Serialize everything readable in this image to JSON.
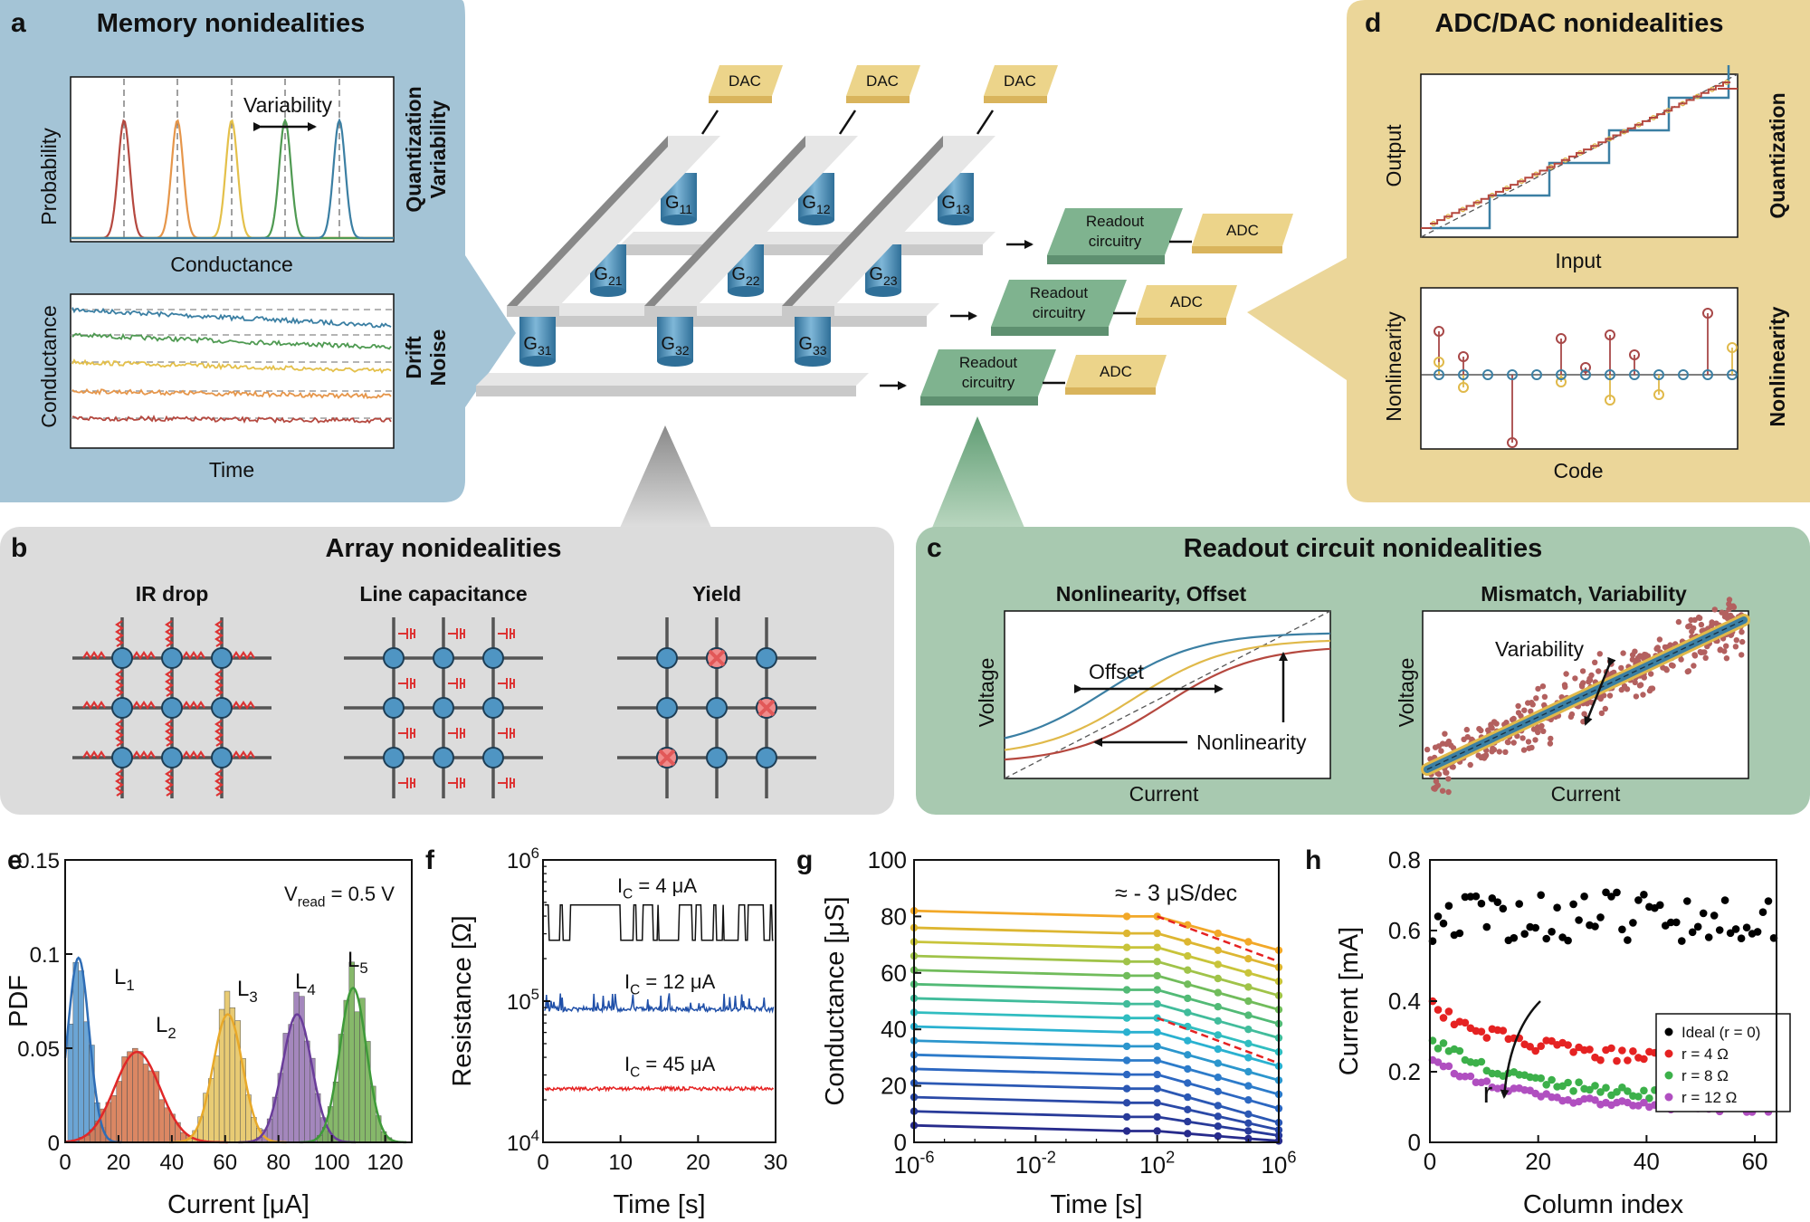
{
  "panels": {
    "a": {
      "letter": "a",
      "title": "Memory nonidealities",
      "plot1": {
        "ylabel": "Probability",
        "xlabel": "Conductance",
        "annotation": "Variability"
      },
      "plot2": {
        "ylabel": "Conductance",
        "xlabel": "Time"
      },
      "side1": [
        "Quantization",
        "Variability"
      ],
      "side2": [
        "Drift",
        "Noise"
      ],
      "peak_colors": [
        "#b5483f",
        "#e6964a",
        "#e4c04a",
        "#4f9a52",
        "#3b7fa3"
      ]
    },
    "b": {
      "letter": "b",
      "title": "Array nonidealities",
      "items": [
        "IR drop",
        "Line capacitance",
        "Yield"
      ]
    },
    "c": {
      "letter": "c",
      "title": "Readout circuit nonidealities",
      "left": {
        "title": "Nonlinearity, Offset",
        "ylabel": "Voltage",
        "xlabel": "Current",
        "ann_offset": "Offset",
        "ann_nonlin": "Nonlinearity"
      },
      "right": {
        "title": "Mismatch, Variability",
        "ylabel": "Voltage",
        "xlabel": "Current",
        "ann_var": "Variability"
      }
    },
    "d": {
      "letter": "d",
      "title": "ADC/DAC nonidealities",
      "plot1": {
        "ylabel": "Output",
        "xlabel": "Input",
        "side": "Quantization"
      },
      "plot2": {
        "ylabel": "Nonlinearity",
        "xlabel": "Code",
        "side": "Nonlinearity"
      }
    },
    "center": {
      "dac": [
        "DAC",
        "DAC",
        "DAC"
      ],
      "adc": [
        "ADC",
        "ADC",
        "ADC"
      ],
      "readout": [
        "Readout",
        "circuitry"
      ],
      "cells": [
        [
          "G",
          "11"
        ],
        [
          "G",
          "12"
        ],
        [
          "G",
          "13"
        ],
        [
          "G",
          "21"
        ],
        [
          "G",
          "22"
        ],
        [
          "G",
          "23"
        ],
        [
          "G",
          "31"
        ],
        [
          "G",
          "32"
        ],
        [
          "G",
          "33"
        ]
      ]
    },
    "e": {
      "letter": "e"
    },
    "f": {
      "letter": "f"
    },
    "g": {
      "letter": "g"
    },
    "h": {
      "letter": "h"
    }
  },
  "chart_data": [
    {
      "panel": "e",
      "type": "bar",
      "ylabel": "PDF",
      "xlabel": "Current [μA]",
      "annotation": {
        "main": "V",
        "sub": "read",
        "rest": " = 0.5 V"
      },
      "xlim": [
        0,
        130
      ],
      "ylim": [
        0,
        0.15
      ],
      "xticks": [
        "0",
        "20",
        "40",
        "60",
        "80",
        "100",
        "120"
      ],
      "yticks": [
        "0",
        "0.05",
        "0.1",
        "0.15"
      ],
      "series": [
        {
          "name": "L1",
          "label_main": "L",
          "label_sub": "1",
          "mean": 5,
          "sd": 4,
          "peak": 0.098,
          "color": "#2f6db5",
          "fill": "#5b9bd0"
        },
        {
          "name": "L2",
          "label_main": "L",
          "label_sub": "2",
          "mean": 27,
          "sd": 8.5,
          "peak": 0.048,
          "color": "#e02828",
          "fill": "#d77a52"
        },
        {
          "name": "L3",
          "label_main": "L",
          "label_sub": "3",
          "mean": 61,
          "sd": 5.5,
          "peak": 0.068,
          "color": "#e8a92a",
          "fill": "#e6c565"
        },
        {
          "name": "L4",
          "label_main": "L",
          "label_sub": "4",
          "mean": 87,
          "sd": 5.5,
          "peak": 0.068,
          "color": "#6a3d9a",
          "fill": "#9a7ab6"
        },
        {
          "name": "L5",
          "label_main": "L",
          "label_sub": "5",
          "mean": 108,
          "sd": 5,
          "peak": 0.082,
          "color": "#3f9a3a",
          "fill": "#79b05a"
        }
      ]
    },
    {
      "panel": "f",
      "type": "line",
      "ylabel": "Resistance [Ω]",
      "xlabel": "Time [s]",
      "xlim": [
        0,
        30
      ],
      "ylim": [
        10000,
        1000000
      ],
      "yscale": "log",
      "xticks": [
        "0",
        "10",
        "20",
        "30"
      ],
      "yticks": [
        {
          "base": "10",
          "exp": "4"
        },
        {
          "base": "10",
          "exp": "5"
        },
        {
          "base": "10",
          "exp": "6"
        }
      ],
      "series": [
        {
          "name": "I_C = 4 μA",
          "label_main": "I",
          "label_sub": "C",
          "label_rest": " = 4 μA",
          "low": 270000,
          "high": 480000,
          "color": "#111111"
        },
        {
          "name": "I_C = 12 μA",
          "label_main": "I",
          "label_sub": "C",
          "label_rest": " = 12 μA",
          "low": 88000,
          "high": 115000,
          "color": "#1f4fa8"
        },
        {
          "name": "I_C = 45 μA",
          "label_main": "I",
          "label_sub": "C",
          "label_rest": " = 45 μA",
          "low": 24000,
          "high": 25500,
          "color": "#e52222"
        }
      ]
    },
    {
      "panel": "g",
      "type": "line",
      "ylabel": "Conductance [μS]",
      "xlabel": "Time [s]",
      "xscale": "log",
      "xlim": [
        1e-06,
        1000000.0
      ],
      "ylim": [
        0,
        100
      ],
      "xticks": [
        {
          "base": "10",
          "exp": "-6"
        },
        {
          "base": "10",
          "exp": "-2"
        },
        {
          "base": "10",
          "exp": "2"
        },
        {
          "base": "10",
          "exp": "6"
        }
      ],
      "yticks": [
        "0",
        "20",
        "40",
        "60",
        "80",
        "100"
      ],
      "annotation": "≈ - 3 μS/dec",
      "x_points": [
        1e-06,
        10,
        100,
        1000,
        10000,
        100000,
        1000000
      ],
      "initial_levels": [
        82,
        76,
        71,
        66,
        61,
        56,
        51,
        46,
        41,
        36,
        31,
        26,
        21,
        16,
        11,
        6
      ],
      "drift_per_decade_after_100s": 3
    },
    {
      "panel": "h",
      "type": "scatter",
      "ylabel": "Current [mA]",
      "xlabel": "Column index",
      "xlim": [
        0,
        64
      ],
      "ylim": [
        0,
        0.8
      ],
      "xticks": [
        "0",
        "20",
        "40",
        "60"
      ],
      "yticks": [
        "0",
        "0.2",
        "0.4",
        "0.6",
        "0.8"
      ],
      "arrow_label": "r",
      "series": [
        {
          "name": "Ideal (r = 0)",
          "color": "#000000",
          "start": 0.64,
          "end": 0.64,
          "spread": 0.07
        },
        {
          "name": "r = 4 Ω",
          "color": "#e52222",
          "start": 0.39,
          "end": 0.23,
          "spread": 0.02
        },
        {
          "name": "r = 8 Ω",
          "color": "#3cb04a",
          "start": 0.29,
          "end": 0.13,
          "spread": 0.015
        },
        {
          "name": "r = 12 Ω",
          "color": "#b04fc0",
          "start": 0.235,
          "end": 0.095,
          "spread": 0.01
        }
      ]
    }
  ]
}
